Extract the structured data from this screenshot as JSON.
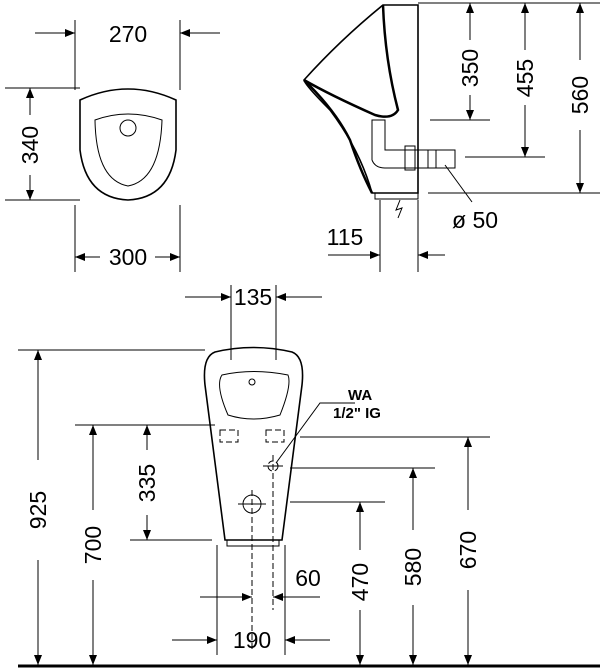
{
  "drawing": {
    "top_view": {
      "width_top": "270",
      "depth": "340",
      "width_bottom": "300"
    },
    "side_view": {
      "dim_350": "350",
      "dim_455": "455",
      "dim_560": "560",
      "wall_offset": "115",
      "drain_diameter": "ø 50"
    },
    "front_view": {
      "dim_135": "135",
      "dim_925": "925",
      "dim_700": "700",
      "dim_335": "335",
      "dim_470": "470",
      "dim_580": "580",
      "dim_670": "670",
      "dim_60": "60",
      "dim_190": "190",
      "inlet_label": "WA",
      "inlet_size": "1/2\" IG"
    }
  }
}
